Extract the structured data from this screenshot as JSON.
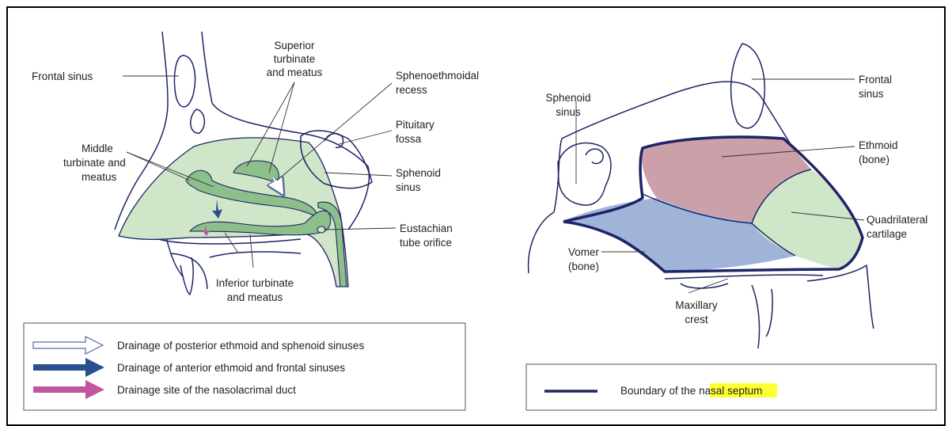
{
  "left_panel": {
    "labels": {
      "frontal_sinus": "Frontal sinus",
      "superior_l1": "Superior",
      "superior_l2": "turbinate",
      "superior_l3": "and meatus",
      "sphenoethmoidal_l1": "Sphenoethmoidal",
      "sphenoethmoidal_l2": "recess",
      "pituitary_l1": "Pituitary",
      "pituitary_l2": "fossa",
      "middle_l1": "Middle",
      "middle_l2": "turbinate and",
      "middle_l3": "meatus",
      "sphenoid_l1": "Sphenoid",
      "sphenoid_l2": "sinus",
      "eustachian_l1": "Eustachian",
      "eustachian_l2": "tube orifice",
      "inferior_l1": "Inferior turbinate",
      "inferior_l2": "and meatus"
    },
    "legend": [
      {
        "text": "Drainage of posterior ethmoid and sphenoid sinuses",
        "arrow": "hollow-white-arrow"
      },
      {
        "text": "Drainage of anterior ethmoid and frontal sinuses",
        "arrow": "dark-blue-arrow"
      },
      {
        "text": "Drainage site of the nasolacrimal duct",
        "arrow": "pink-arrow"
      }
    ]
  },
  "right_panel": {
    "labels": {
      "sphenoid_l1": "Sphenoid",
      "sphenoid_l2": "sinus",
      "frontal_l1": "Frontal",
      "frontal_l2": "sinus",
      "ethmoid_l1": "Ethmoid",
      "ethmoid_l2": "(bone)",
      "quadrilateral_l1": "Quadrilateral",
      "quadrilateral_l2": "cartilage",
      "vomer_l1": "Vomer",
      "vomer_l2": "(bone)",
      "maxillary_l1": "Maxillary",
      "maxillary_l2": "crest"
    },
    "legend": {
      "text_prefix": "Boundary of the ",
      "text_highlight": "nasal septum"
    }
  },
  "colors": {
    "mucosa_green": "#cfe6c8",
    "turbinate_green": "#8cbf8a",
    "outline_navy": "#1e2466",
    "ethmoid_pink": "#cca0a8",
    "vomer_blue": "#9fb4d8",
    "cartilage_green": "#cfe6c8",
    "highlight_yellow": "#ffff33",
    "arrow_dark_blue": "#2a4f8f",
    "arrow_pink": "#c0569c"
  }
}
